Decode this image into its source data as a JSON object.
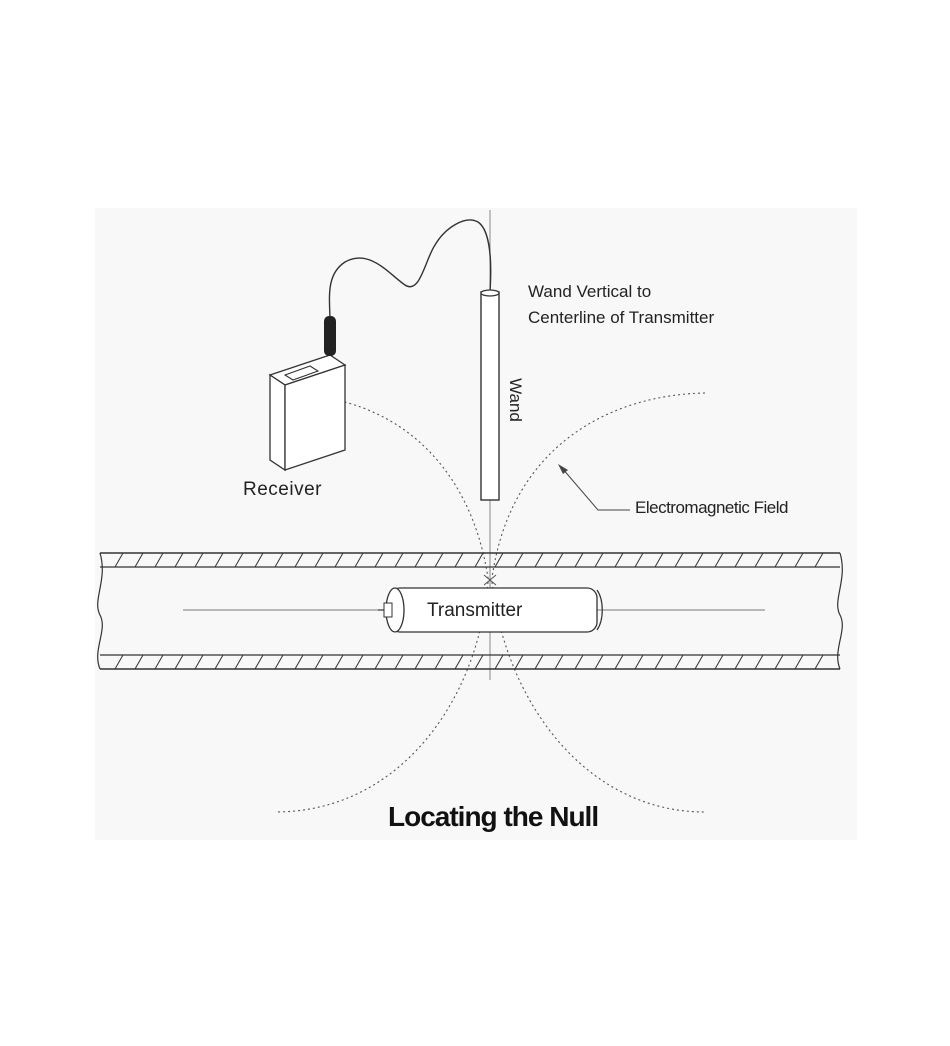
{
  "labels": {
    "receiver": "Receiver",
    "transmitter": "Transmitter",
    "wand_line1": "Wand Vertical to",
    "wand_line2": "Centerline of Transmitter",
    "wand_text": "Wand",
    "field": "Electromagnetic Field",
    "title": "Locating the Null"
  },
  "colors": {
    "ink": "#333333",
    "background_panel": "#f7f7f7"
  }
}
